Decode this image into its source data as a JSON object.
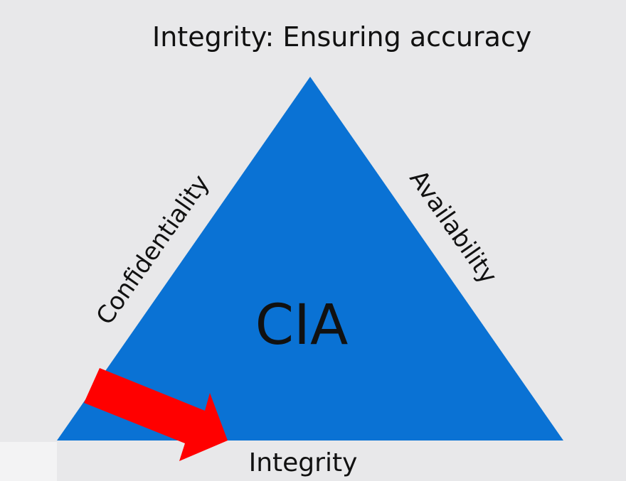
{
  "title": "Integrity: Ensuring accuracy",
  "diagram": {
    "center_label": "CIA",
    "sides": {
      "left": "Confidentiality",
      "right": "Availability",
      "bottom": "Integrity"
    },
    "highlighted_side": "bottom"
  },
  "colors": {
    "background": "#e8e8ea",
    "triangle_fill": "#0a72d4",
    "arrow_fill": "#ff0000",
    "text": "#111111"
  }
}
